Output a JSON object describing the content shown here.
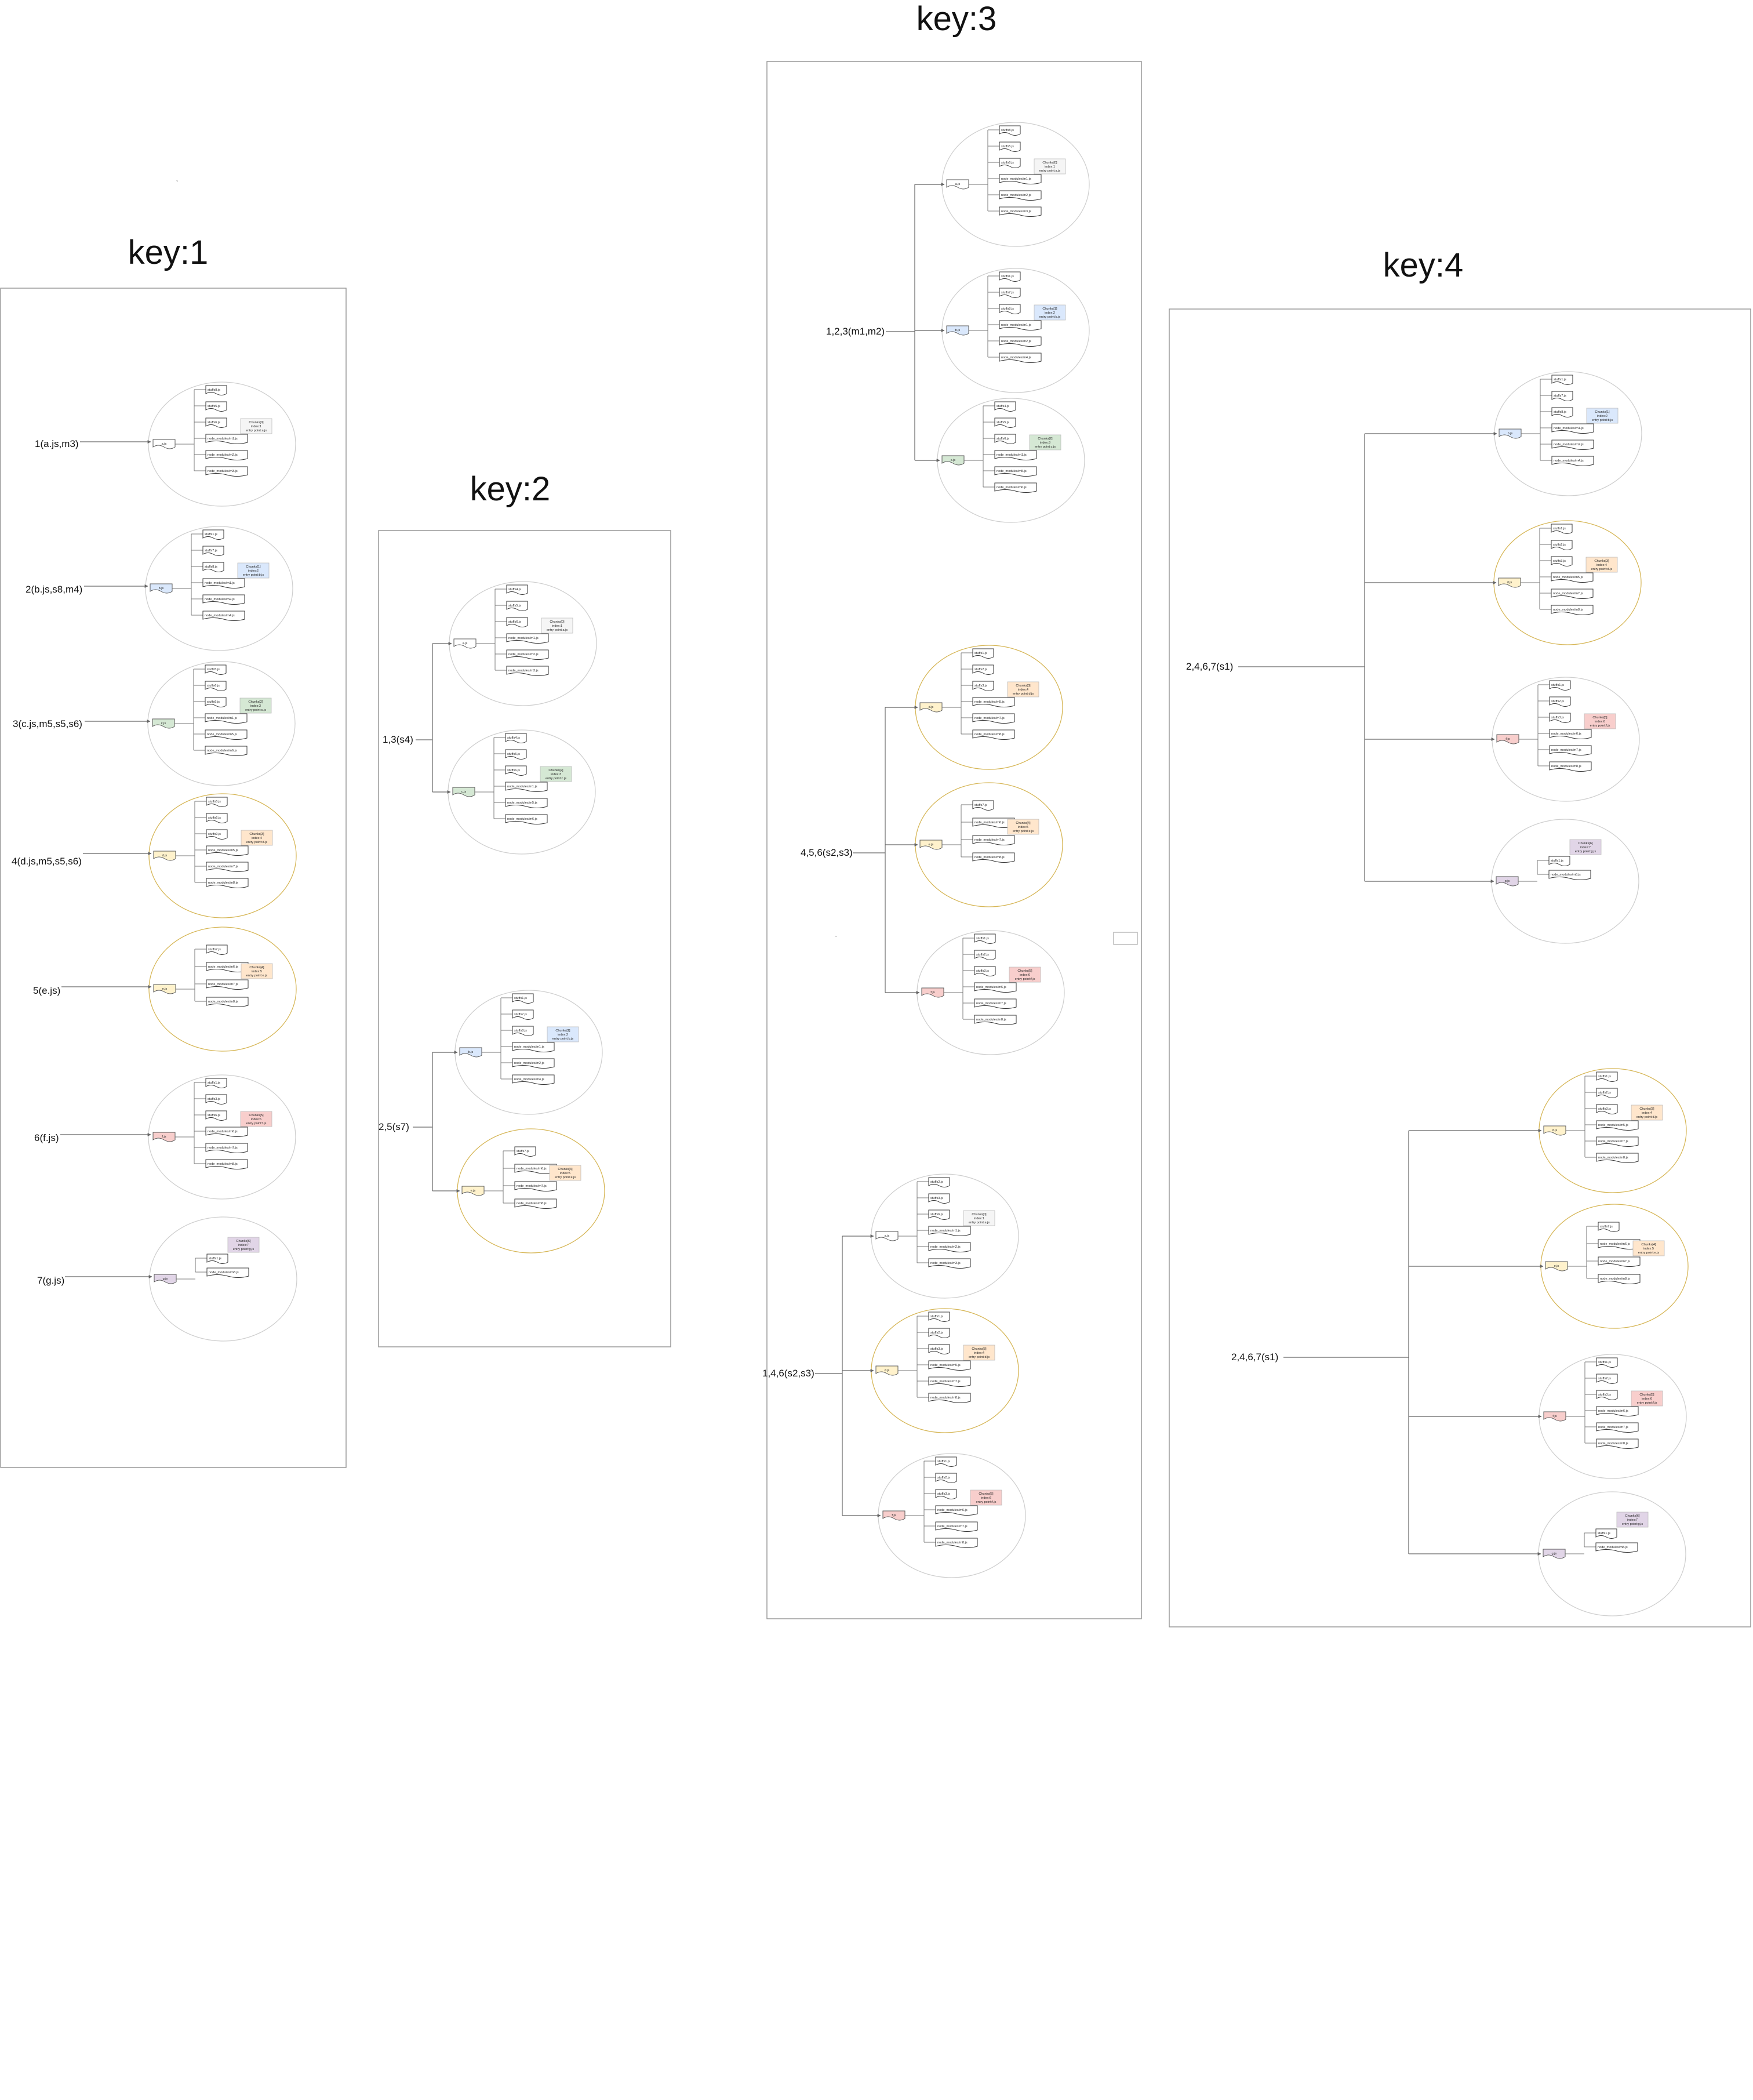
{
  "keys": [
    {
      "title": "key:1",
      "rows": [
        {
          "label": "1(a.js,m3)",
          "entry": "a.js",
          "entry_color": "#ffffff",
          "ring": "#cfcfcf",
          "files": [
            "stuffs8.js",
            "stuffs5.js",
            "stuffs6.js",
            "node_modules/m1.js",
            "node_modules/m2.js",
            "node_modules/m3.js"
          ],
          "note": [
            "Chunks[0]",
            "index:1",
            "entry point:a.js"
          ],
          "note_color": "#f5f5f5"
        },
        {
          "label": "2(b.js,s8,m4)",
          "entry": "b.js",
          "entry_color": "#dae8fc",
          "ring": "#cfcfcf",
          "files": [
            "stuffs1.js",
            "stuffs7.js",
            "stuffs8.js",
            "node_modules/m1.js",
            "node_modules/m2.js",
            "node_modules/m4.js"
          ],
          "note": [
            "Chunks[1]",
            "index:2",
            "entry point:b.js"
          ],
          "note_color": "#dae8fc"
        },
        {
          "label": "3(c.js,m5,s5,s6)",
          "entry": "c.js",
          "entry_color": "#d5e8d4",
          "ring": "#cfcfcf",
          "files": [
            "stuffs5.js",
            "stuffs6.js",
            "stuffs9.js",
            "node_modules/m1.js",
            "node_modules/m5.js",
            "node_modules/m6.js"
          ],
          "note": [
            "Chunks[2]",
            "index:3",
            "entry point:c.js"
          ],
          "note_color": "#d5e8d4"
        },
        {
          "label": "4(d.js,m5,s5,s6)",
          "entry": "d.js",
          "entry_color": "#fff2cc",
          "ring": "#d6b656",
          "files": [
            "stuffs5.js",
            "stuffs6.js",
            "stuffs9.js",
            "node_modules/m5.js",
            "node_modules/m7.js",
            "node_modules/m8.js"
          ],
          "note": [
            "Chunks[3]",
            "index:4",
            "entry point:d.js"
          ],
          "note_color": "#ffe6cc"
        },
        {
          "label": "5(e.js)",
          "entry": "e.js",
          "entry_color": "#fff2cc",
          "ring": "#d6b656",
          "files": [
            "stuffs7.js",
            "node_modules/m6.js",
            "node_modules/m7.js",
            "node_modules/m8.js"
          ],
          "note": [
            "Chunks[4]",
            "index:5",
            "entry point:e.js"
          ],
          "note_color": "#ffe6cc"
        },
        {
          "label": "6(f.js)",
          "entry": "f.js",
          "entry_color": "#f8cecc",
          "ring": "#cfcfcf",
          "files": [
            "stuffs1.js",
            "stuffs3.js",
            "stuffs6.js",
            "node_modules/m6.js",
            "node_modules/m7.js",
            "node_modules/m8.js"
          ],
          "note": [
            "Chunks[5]",
            "index:6",
            "entry point:f.js"
          ],
          "note_color": "#f8cecc"
        },
        {
          "label": "7(g.js)",
          "entry": "g.js",
          "entry_color": "#e1d5e7",
          "ring": "#cfcfcf",
          "files": [
            "stuffs1.js",
            "node_modules/m8.js"
          ],
          "note": [
            "Chunks[6]",
            "index:7",
            "entry point:g.js"
          ],
          "note_color": "#e1d5e7"
        }
      ]
    },
    {
      "title": "key:2",
      "groups": [
        {
          "label": "1,3(s4)",
          "members": [
            {
              "entry": "a.js",
              "entry_color": "#ffffff",
              "ring": "#cfcfcf",
              "files": [
                "stuffs4.js",
                "stuffs5.js",
                "stuffs6.js",
                "node_modules/m1.js",
                "node_modules/m2.js",
                "node_modules/m3.js"
              ],
              "note": [
                "Chunks[0]",
                "index:1",
                "entry point:a.js"
              ],
              "note_color": "#f5f5f5"
            },
            {
              "entry": "c.js",
              "entry_color": "#d5e8d4",
              "ring": "#cfcfcf",
              "files": [
                "stuffs4.js",
                "stuffs5.js",
                "stuffs6.js",
                "node_modules/m1.js",
                "node_modules/m5.js",
                "node_modules/m6.js"
              ],
              "note": [
                "Chunks[2]",
                "index:3",
                "entry point:c.js"
              ],
              "note_color": "#d5e8d4"
            }
          ]
        },
        {
          "label": "2,5(s7)",
          "members": [
            {
              "entry": "b.js",
              "entry_color": "#dae8fc",
              "ring": "#cfcfcf",
              "files": [
                "stuffs1.js",
                "stuffs7.js",
                "stuffs8.js",
                "node_modules/m1.js",
                "node_modules/m2.js",
                "node_modules/m4.js"
              ],
              "note": [
                "Chunks[1]",
                "index:2",
                "entry point:b.js"
              ],
              "note_color": "#dae8fc"
            },
            {
              "entry": "e.js",
              "entry_color": "#fff2cc",
              "ring": "#d6b656",
              "files": [
                "stuffs7.js",
                "node_modules/m6.js",
                "node_modules/m7.js",
                "node_modules/m8.js"
              ],
              "note": [
                "Chunks[4]",
                "index:5",
                "entry point:e.js"
              ],
              "note_color": "#ffe6cc"
            }
          ]
        }
      ]
    },
    {
      "title": "key:3",
      "groups": [
        {
          "label": "1,2,3(m1,m2)",
          "members": [
            {
              "entry": "a.js",
              "entry_color": "#ffffff",
              "ring": "#cfcfcf",
              "files": [
                "stuffs8.js",
                "stuffs5.js",
                "stuffs6.js",
                "node_modules/m1.js",
                "node_modules/m2.js",
                "node_modules/m3.js"
              ],
              "note": [
                "Chunks[0]",
                "index:1",
                "entry point:a.js"
              ],
              "note_color": "#f5f5f5"
            },
            {
              "entry": "b.js",
              "entry_color": "#dae8fc",
              "ring": "#cfcfcf",
              "files": [
                "stuffs1.js",
                "stuffs7.js",
                "stuffs8.js",
                "node_modules/m1.js",
                "node_modules/m2.js",
                "node_modules/m4.js"
              ],
              "note": [
                "Chunks[1]",
                "index:2",
                "entry point:b.js"
              ],
              "note_color": "#dae8fc"
            },
            {
              "entry": "c.js",
              "entry_color": "#d5e8d4",
              "ring": "#cfcfcf",
              "files": [
                "stuffs4.js",
                "stuffs5.js",
                "stuffs6.js",
                "node_modules/m1.js",
                "node_modules/m5.js",
                "node_modules/m6.js"
              ],
              "note": [
                "Chunks[2]",
                "index:3",
                "entry point:c.js"
              ],
              "note_color": "#d5e8d4"
            }
          ]
        },
        {
          "label": "4,5,6(s2,s3)",
          "members": [
            {
              "entry": "d.js",
              "entry_color": "#fff2cc",
              "ring": "#d6b656",
              "files": [
                "stuffs1.js",
                "stuffs2.js",
                "stuffs3.js",
                "node_modules/m5.js",
                "node_modules/m7.js",
                "node_modules/m8.js"
              ],
              "note": [
                "Chunks[3]",
                "index:4",
                "entry point:d.js"
              ],
              "note_color": "#ffe6cc"
            },
            {
              "entry": "e.js",
              "entry_color": "#fff2cc",
              "ring": "#d6b656",
              "files": [
                "stuffs7.js",
                "node_modules/m6.js",
                "node_modules/m7.js",
                "node_modules/m8.js"
              ],
              "note": [
                "Chunks[4]",
                "index:5",
                "entry point:e.js"
              ],
              "note_color": "#ffe6cc"
            },
            {
              "entry": "f.js",
              "entry_color": "#f8cecc",
              "ring": "#cfcfcf",
              "files": [
                "stuffs1.js",
                "stuffs2.js",
                "stuffs3.js",
                "node_modules/m6.js",
                "node_modules/m7.js",
                "node_modules/m8.js"
              ],
              "note": [
                "Chunks[5]",
                "index:6",
                "entry point:f.js"
              ],
              "note_color": "#f8cecc"
            }
          ]
        },
        {
          "label": "1,4,6(s2,s3)",
          "members": [
            {
              "entry": "a.js",
              "entry_color": "#ffffff",
              "ring": "#cfcfcf",
              "files": [
                "stuffs2.js",
                "stuffs3.js",
                "stuffs6.js",
                "node_modules/m1.js",
                "node_modules/m2.js",
                "node_modules/m3.js"
              ],
              "note": [
                "Chunks[0]",
                "index:1",
                "entry point:a.js"
              ],
              "note_color": "#f5f5f5"
            },
            {
              "entry": "d.js",
              "entry_color": "#fff2cc",
              "ring": "#d6b656",
              "files": [
                "stuffs1.js",
                "stuffs2.js",
                "stuffs3.js",
                "node_modules/m5.js",
                "node_modules/m7.js",
                "node_modules/m8.js"
              ],
              "note": [
                "Chunks[3]",
                "index:4",
                "entry point:d.js"
              ],
              "note_color": "#ffe6cc"
            },
            {
              "entry": "f.js",
              "entry_color": "#f8cecc",
              "ring": "#cfcfcf",
              "files": [
                "stuffs1.js",
                "stuffs2.js",
                "stuffs3.js",
                "node_modules/m6.js",
                "node_modules/m7.js",
                "node_modules/m8.js"
              ],
              "note": [
                "Chunks[5]",
                "index:6",
                "entry point:f.js"
              ],
              "note_color": "#f8cecc"
            }
          ]
        }
      ]
    },
    {
      "title": "key:4",
      "groups": [
        {
          "label": "2,4,6,7(s1)",
          "members": [
            {
              "entry": "b.js",
              "entry_color": "#dae8fc",
              "ring": "#cfcfcf",
              "files": [
                "stuffs1.js",
                "stuffs7.js",
                "stuffs8.js",
                "node_modules/m1.js",
                "node_modules/m2.js",
                "node_modules/m4.js"
              ],
              "note": [
                "Chunks[1]",
                "index:2",
                "entry point:b.js"
              ],
              "note_color": "#dae8fc"
            },
            {
              "entry": "d.js",
              "entry_color": "#fff2cc",
              "ring": "#d6b656",
              "files": [
                "stuffs1.js",
                "stuffs2.js",
                "stuffs3.js",
                "node_modules/m5.js",
                "node_modules/m7.js",
                "node_modules/m8.js"
              ],
              "note": [
                "Chunks[3]",
                "index:4",
                "entry point:d.js"
              ],
              "note_color": "#ffe6cc"
            },
            {
              "entry": "f.js",
              "entry_color": "#f8cecc",
              "ring": "#cfcfcf",
              "files": [
                "stuffs1.js",
                "stuffs2.js",
                "stuffs3.js",
                "node_modules/m6.js",
                "node_modules/m7.js",
                "node_modules/m8.js"
              ],
              "note": [
                "Chunks[5]",
                "index:6",
                "entry point:f.js"
              ],
              "note_color": "#f8cecc"
            },
            {
              "entry": "g.js",
              "entry_color": "#e1d5e7",
              "ring": "#cfcfcf",
              "files": [
                "stuffs1.js",
                "node_modules/m8.js"
              ],
              "note": [
                "Chunks[6]",
                "index:7",
                "entry point:g.js"
              ],
              "note_color": "#e1d5e7"
            }
          ]
        },
        {
          "label": "2,4,6,7(s1)",
          "members": [
            {
              "entry": "d.js",
              "entry_color": "#fff2cc",
              "ring": "#d6b656",
              "files": [
                "stuffs1.js",
                "stuffs2.js",
                "stuffs3.js",
                "node_modules/m5.js",
                "node_modules/m7.js",
                "node_modules/m8.js"
              ],
              "note": [
                "Chunks[3]",
                "index:4",
                "entry point:d.js"
              ],
              "note_color": "#ffe6cc"
            },
            {
              "entry": "e.js",
              "entry_color": "#fff2cc",
              "ring": "#d6b656",
              "files": [
                "stuffs7.js",
                "node_modules/m6.js",
                "node_modules/m7.js",
                "node_modules/m8.js"
              ],
              "note": [
                "Chunks[4]",
                "index:5",
                "entry point:e.js"
              ],
              "note_color": "#ffe6cc"
            },
            {
              "entry": "f.js",
              "entry_color": "#f8cecc",
              "ring": "#cfcfcf",
              "files": [
                "stuffs1.js",
                "stuffs2.js",
                "stuffs3.js",
                "node_modules/m6.js",
                "node_modules/m7.js",
                "node_modules/m8.js"
              ],
              "note": [
                "Chunks[5]",
                "index:6",
                "entry point:f.js"
              ],
              "note_color": "#f8cecc"
            },
            {
              "entry": "g.js",
              "entry_color": "#e1d5e7",
              "ring": "#cfcfcf",
              "files": [
                "stuffs1.js",
                "node_modules/m8.js"
              ],
              "note": [
                "Chunks[6]",
                "index:7",
                "entry point:g.js"
              ],
              "note_color": "#e1d5e7"
            }
          ]
        }
      ]
    }
  ]
}
